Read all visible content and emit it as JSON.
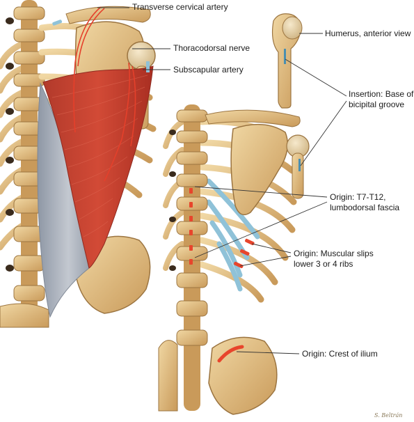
{
  "labels": {
    "transverse_cervical_artery": "Transverse cervical artery",
    "thoracodorsal_nerve": "Thoracodorsal nerve",
    "subscapular_artery": "Subscapular artery",
    "humerus_anterior_view": "Humerus, anterior view",
    "insertion_line1": "Insertion: Base of",
    "insertion_line2": "bicipital groove",
    "origin_t7_line1": "Origin: T7-T12,",
    "origin_t7_line2": "lumbodorsal fascia",
    "origin_slips_line1": "Origin: Muscular slips",
    "origin_slips_line2": "lower 3 or 4 ribs",
    "origin_ilium": "Origin: Crest of ilium"
  },
  "signature": "S. Beltrán",
  "colors": {
    "bone": "#d9b77c",
    "bone_shadow": "#a77d44",
    "muscle": "#c33a2a",
    "fascia": "#a6adb8",
    "cartilage": "#8fc2d8",
    "origin_marker": "#e8452c",
    "leader_line": "#333333"
  }
}
